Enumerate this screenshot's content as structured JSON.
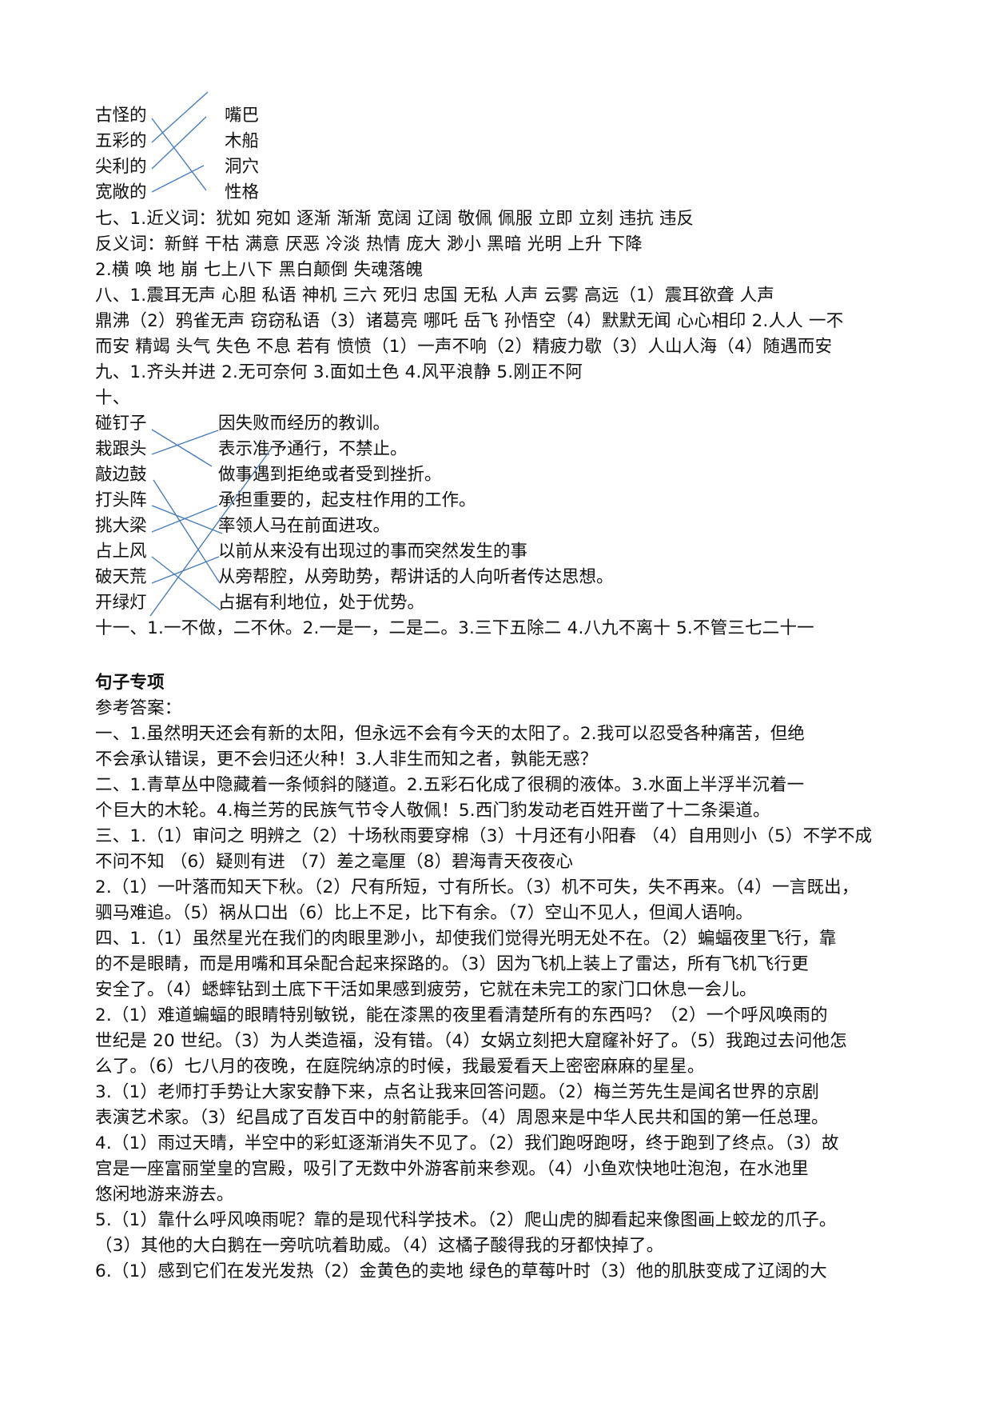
{
  "match1": {
    "left": [
      "古怪的",
      "五彩的",
      "尖利的",
      "宽敞的"
    ],
    "right": [
      "嘴巴",
      "木船",
      "洞穴",
      "性格"
    ]
  },
  "sec7": {
    "l1": "七、1.近义词：犹如  宛如  逐渐  渐渐  宽阔  辽阔  敬佩  佩服  立即  立刻  违抗  违反",
    "l2": "反义词：新鲜  干枯  满意  厌恶  冷淡  热情  庞大  渺小  黑暗  光明  上升  下降",
    "l3": "2.横  唤  地  崩  七上八下  黑白颠倒  失魂落魄"
  },
  "sec8": {
    "l1": "八、1.震耳无声  心胆  私语  神机  三六  死归  忠国  无私  人声  云雾  高远（1）震耳欲聋 人声",
    "l2": "鼎沸（2）鸦雀无声 窃窃私语（3）诸葛亮 哪吒 岳飞 孙悟空（4）默默无闻 心心相印 2.人人 一不",
    "l3": "而安 精竭 头气 失色 不息 若有 愤愤（1）一声不响（2）精疲力歇（3）人山人海（4）随遇而安"
  },
  "sec9": {
    "l1": "九、1.齐头并进 2.无可奈何  3.面如土色 4.风平浪静 5.刚正不阿"
  },
  "sec10": {
    "heading": "十、",
    "left": [
      "碰钉子",
      "栽跟头",
      "敲边鼓",
      "打头阵",
      "挑大梁",
      "占上风",
      "破天荒",
      "开绿灯"
    ],
    "right": [
      "因失败而经历的教训。",
      "表示准予通行，不禁止。",
      "做事遇到拒绝或者受到挫折。",
      "承担重要的，起支柱作用的工作。",
      "率领人马在前面进攻。",
      "以前从来没有出现过的事而突然发生的事",
      "从旁帮腔，从旁助势，帮讲话的人向听者传达思想。",
      "占据有利地位，处于优势。"
    ]
  },
  "sec11": {
    "l1": "十一、1.一不做，二不休。2.一是一，二是二。3.三下五除二 4.八九不离十 5.不管三七二十一"
  },
  "sentences": {
    "title": "句子专项",
    "subtitle": "参考答案：",
    "lines": [
      "一、1.虽然明天还会有新的太阳，但永远不会有今天的太阳了。2.我可以忍受各种痛苦，但绝",
      "不会承认错误，更不会归还火种！3.人非生而知之者，孰能无惑？",
      "二、1.青草丛中隐藏着一条倾斜的隧道。2.五彩石化成了很稠的液体。3.水面上半浮半沉着一",
      "个巨大的木轮。4.梅兰芳的民族气节令人敬佩！5.西门豹发动老百姓开凿了十二条渠道。",
      "三、1.（1）审问之  明辨之（2）十场秋雨要穿棉（3）十月还有小阳春 （4）自用则小（5）不学不成",
      "不问不知  （6）疑则有进  （7）差之毫厘（8）碧海青天夜夜心",
      "2.（1）一叶落而知天下秋。（2）尺有所短，寸有所长。（3）机不可失，失不再来。（4）一言既出，",
      "驷马难追。（5）祸从口出（6）比上不足，比下有余。（7）空山不见人，但闻人语响。",
      "四、1.（1）虽然星光在我们的肉眼里渺小，却使我们觉得光明无处不在。（2）蝙蝠夜里飞行，靠",
      "的不是眼睛，而是用嘴和耳朵配合起来探路的。（3）因为飞机上装上了雷达，所有飞机飞行更",
      "安全了。（4）蟋蟀钻到土底下干活如果感到疲劳，它就在未完工的家门口休息一会儿。",
      "2.（1）难道蝙蝠的眼睛特别敏锐，能在漆黑的夜里看清楚所有的东西吗？（2）一个呼风唤雨的",
      "世纪是 20 世纪。（3）为人类造福，没有错。（4）女娲立刻把大窟窿补好了。（5）我跑过去问他怎",
      "么了。（6）七八月的夜晚，在庭院纳凉的时候，我最爱看天上密密麻麻的星星。",
      "3.（1）老师打手势让大家安静下来，点名让我来回答问题。（2）梅兰芳先生是闻名世界的京剧",
      "表演艺术家。（3）纪昌成了百发百中的射箭能手。（4）周恩来是中华人民共和国的第一任总理。",
      "4.（1）雨过天晴，半空中的彩虹逐渐消失不见了。（2）我们跑呀跑呀，终于跑到了终点。（3）故",
      "宫是一座富丽堂皇的宫殿，吸引了无数中外游客前来参观。（4）小鱼欢快地吐泡泡，在水池里",
      "悠闲地游来游去。",
      "5.（1）靠什么呼风唤雨呢？靠的是现代科学技术。（2）爬山虎的脚看起来像图画上蛟龙的爪子。",
      "（3）其他的大白鹅在一旁吭吭着助威。（4）这橘子酸得我的牙都快掉了。",
      "6.（1）感到它们在发光发热（2）金黄色的卖地  绿色的草莓叶时（3）他的肌肤变成了辽阔的大"
    ]
  },
  "colors": {
    "line": "#4a7ebb",
    "text": "#111111",
    "background": "#ffffff"
  }
}
